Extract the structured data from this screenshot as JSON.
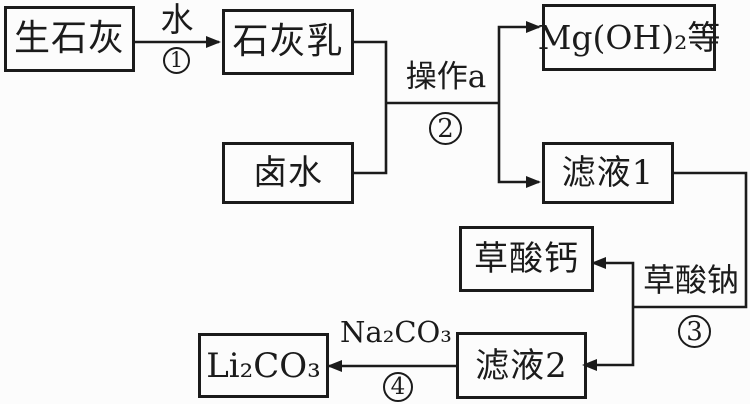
{
  "diagram": {
    "ink_color": "#1b1b1b",
    "background_color": "#fcfcfc",
    "boxes": {
      "quicklime": "生石灰",
      "lime_milk": "石灰乳",
      "brine": "卤水",
      "mg_hydroxide": "Mg(OH)₂等",
      "filtrate_1": "滤液1",
      "calcium_oxalate": "草酸钙",
      "filtrate_2": "滤液2",
      "lithium_carbonate": "Li₂CO₃"
    },
    "edge_labels": {
      "water": "水",
      "operation_a": "操作a",
      "sodium_oxalate": "草酸钠",
      "sodium_carbonate": "Na₂CO₃"
    },
    "step_numbers": {
      "step1": "1",
      "step2": "2",
      "step3": "3",
      "step4": "4"
    }
  }
}
